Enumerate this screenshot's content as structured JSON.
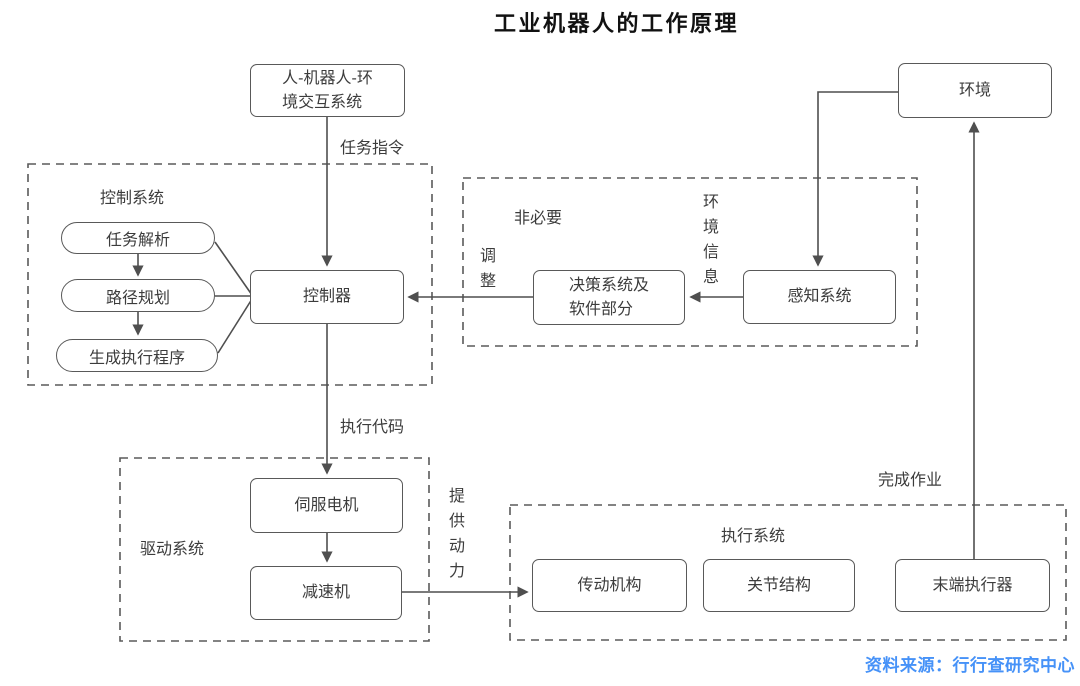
{
  "title": "工业机器人的工作原理",
  "source_note": "资料来源：行行查研究中心",
  "groups": {
    "control": {
      "label": "控制系统"
    },
    "optional": {
      "label": "非必要"
    },
    "drive": {
      "label": "驱动系统"
    },
    "execution": {
      "label": "执行系统"
    }
  },
  "nodes": {
    "interaction": {
      "label": "人-机器人-环\n境交互系统"
    },
    "task_parse": {
      "label": "任务解析"
    },
    "path_plan": {
      "label": "路径规划"
    },
    "gen_program": {
      "label": "生成执行程序"
    },
    "controller": {
      "label": "控制器"
    },
    "decision": {
      "label": "决策系统及\n软件部分"
    },
    "perception": {
      "label": "感知系统"
    },
    "environment": {
      "label": "环境"
    },
    "servo_motor": {
      "label": "伺服电机"
    },
    "reducer": {
      "label": "减速机"
    },
    "transmission": {
      "label": "传动机构"
    },
    "joint": {
      "label": "关节结构"
    },
    "end_effector": {
      "label": "末端执行器"
    }
  },
  "edge_labels": {
    "task_command": "任务指令",
    "exec_code": "执行代码",
    "adjust": "调整",
    "env_info": "环境信息",
    "provide_power": "提供动力",
    "complete_job": "完成作业"
  },
  "colors": {
    "line": "#4f4f4f",
    "text": "#3c3c3c",
    "source_blue": "#4692f8"
  }
}
